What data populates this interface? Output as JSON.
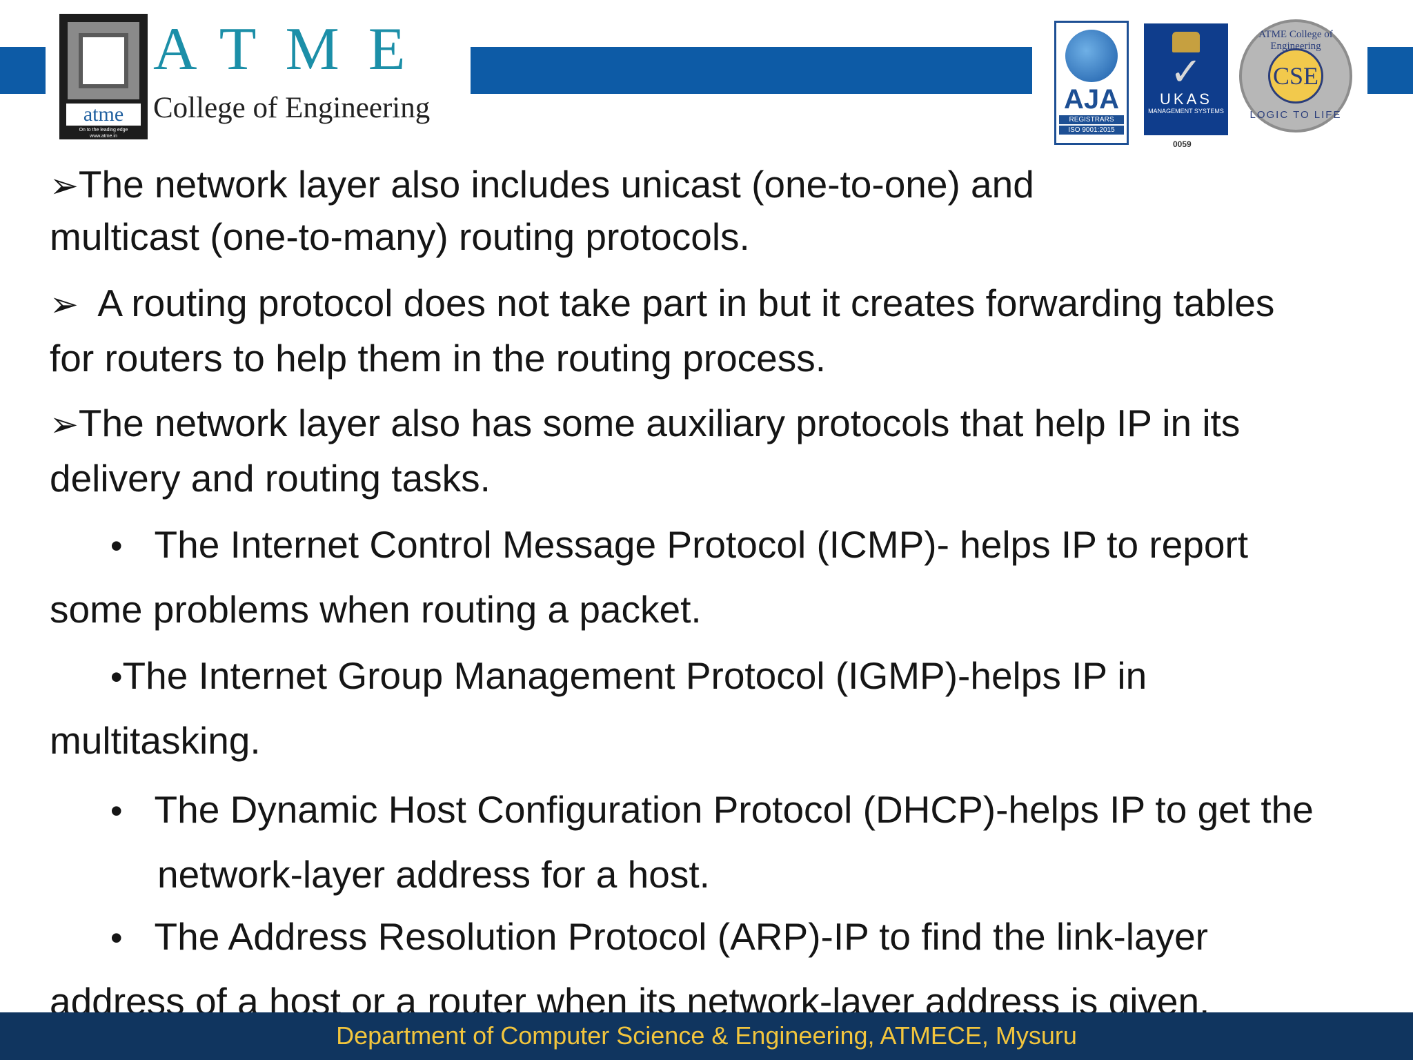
{
  "header": {
    "logo_word": "atme",
    "logo_tagline": "On to the leading edge",
    "logo_url": "www.atme.in",
    "brand_letters": "ATME",
    "brand_subtitle": "College of Engineering",
    "colors": {
      "bar": "#0d5ba6",
      "brand_teal": "#1c8fa8"
    },
    "certs": {
      "aja_title": "AJA",
      "aja_sub": "REGISTRARS",
      "aja_iso": "ISO 9001:2015",
      "ukas_title": "UKAS",
      "ukas_sub": "MANAGEMENT SYSTEMS",
      "ukas_number": "0059",
      "cse_core": "CSE",
      "cse_ring_top": "ATME College of Engineering",
      "cse_ring_bottom": "LOGIC TO LIFE"
    }
  },
  "body": {
    "markers": {
      "arrow": "➢",
      "bullet": "•"
    },
    "lines": [
      "The   network  layer  also  includes  unicast  (one-to-one)  and",
      "multicast  (one-to-many) routing protocols.",
      "  A routing protocol does not take part in but it creates forwarding tables",
      "for routers to help them in the routing process.",
      "The network layer also has some auxiliary protocols that help IP in its",
      "delivery and routing tasks.",
      "The Internet Control Message Protocol (ICMP)- helps IP to report",
      "some problems when routing a packet.",
      "The Internet Group Management Protocol (IGMP)-helps IP in",
      "multitasking.",
      "The Dynamic Host Configuration Protocol (DHCP)-helps IP to get the",
      "network-layer address for a host.",
      "The Address Resolution Protocol (ARP)-IP to find the link-layer",
      "address of a host or a router when its network-layer address is given."
    ]
  },
  "footer": {
    "text": "Department of Computer Science & Engineering, ATMECE, Mysuru",
    "colors": {
      "background": "#10355f",
      "text": "#f2c53d"
    }
  }
}
